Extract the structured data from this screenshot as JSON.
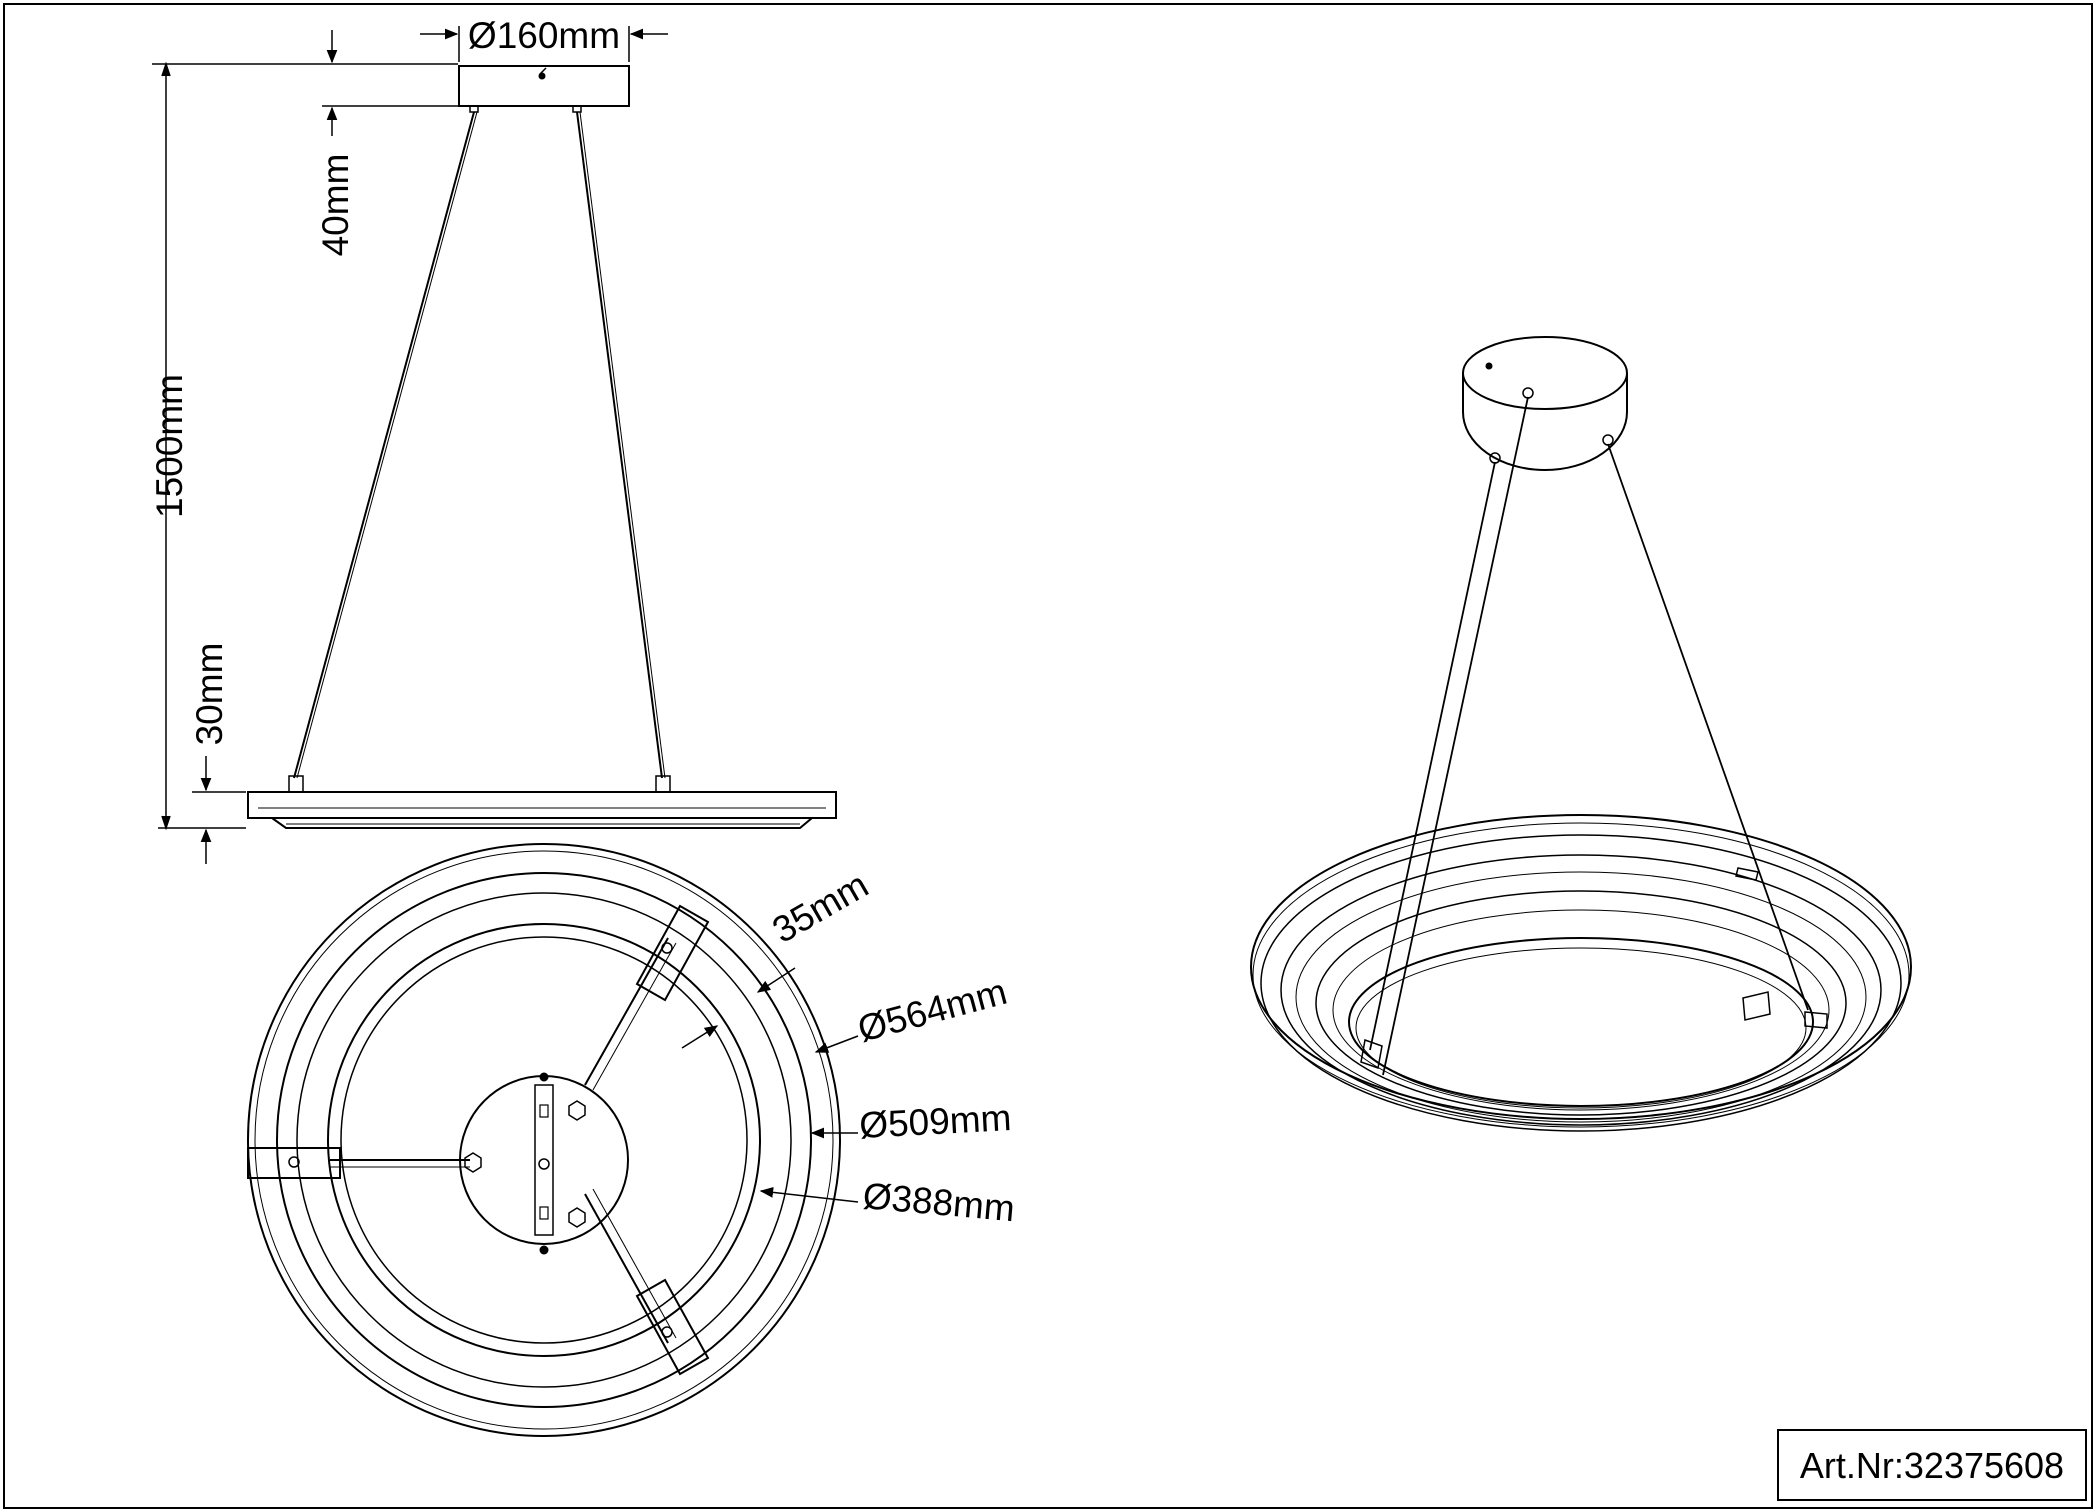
{
  "side_view": {
    "canopy_diameter": "Ø160mm",
    "canopy_height": "40mm",
    "suspension_length": "1500mm",
    "ring_height": "30mm"
  },
  "bottom_view": {
    "ring_width": "35mm",
    "outer_diameter": "Ø564mm",
    "middle_diameter": "Ø509mm",
    "inner_diameter": "Ø388mm"
  },
  "title_block": {
    "article_number": "Art.Nr:32375608"
  }
}
